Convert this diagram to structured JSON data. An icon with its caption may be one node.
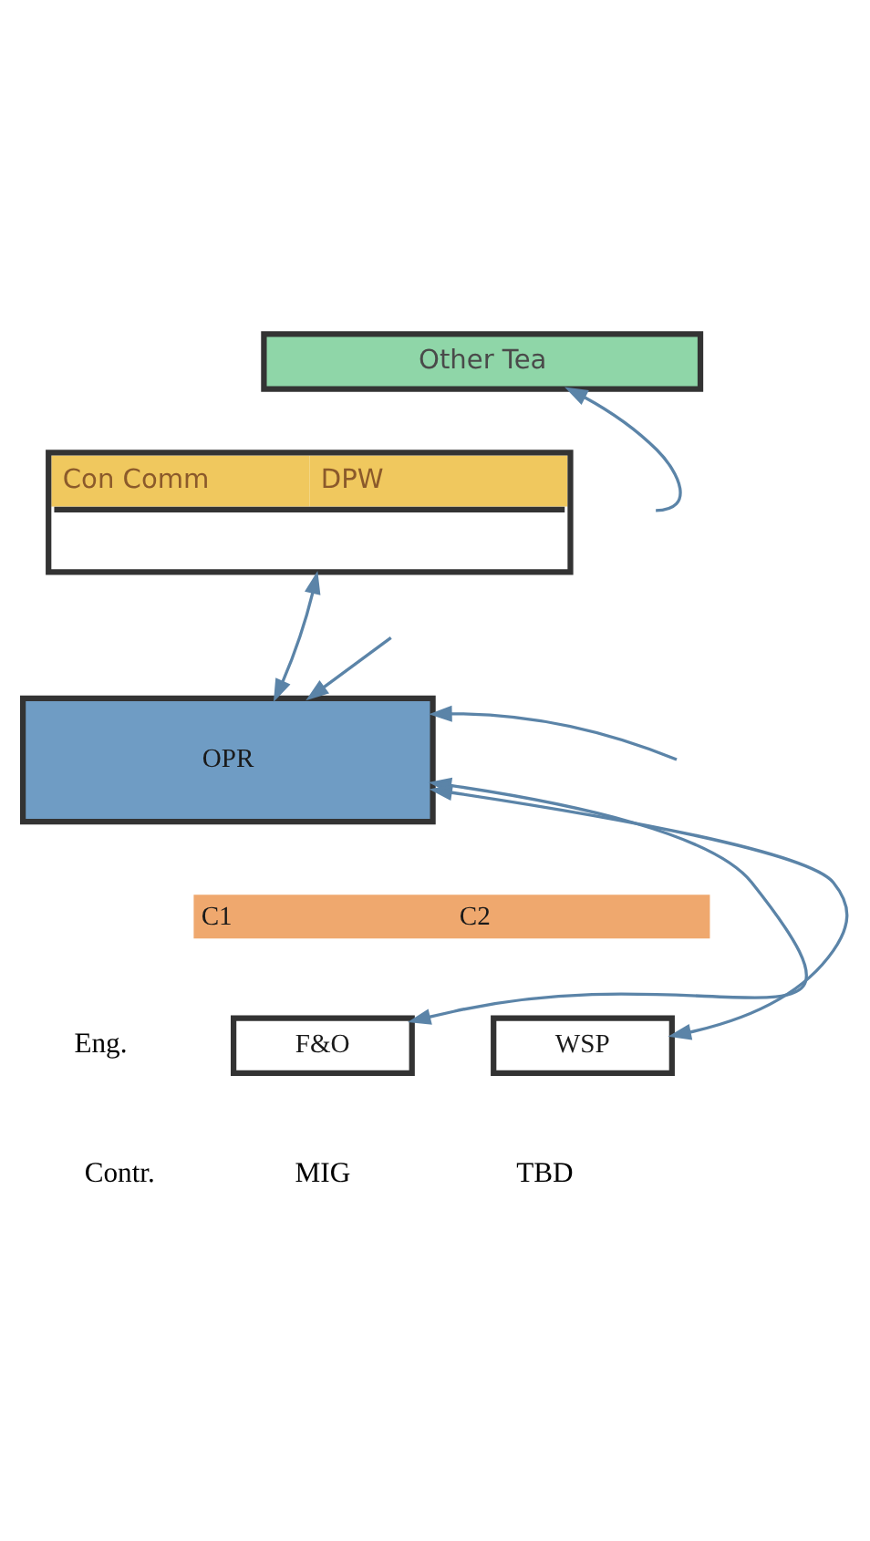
{
  "diagram": {
    "nodes": [
      {
        "text": [
          "Other Tea"
        ]
      },
      {
        "text": [
          "Con Comm",
          "DPW"
        ]
      },
      {
        "text": [
          "OPR"
        ]
      },
      {
        "text": [
          "C1",
          "C2"
        ]
      },
      {
        "text": [
          "F&O"
        ]
      },
      {
        "text": [
          "WSP"
        ]
      }
    ],
    "edges": [
      {
        "from": null,
        "to": 0,
        "arrow": "to"
      },
      {
        "from": 1,
        "to": 2,
        "arrow": "both"
      },
      {
        "from": null,
        "to": 2,
        "arrow": "to"
      },
      {
        "from": null,
        "to": 2,
        "arrow": "to"
      },
      {
        "from": 4,
        "to": 2,
        "arrow": "both"
      },
      {
        "from": 5,
        "to": 2,
        "arrow": "both"
      }
    ],
    "labels": [
      "Eng.",
      "Contr.",
      "MIG",
      "TBD"
    ]
  }
}
